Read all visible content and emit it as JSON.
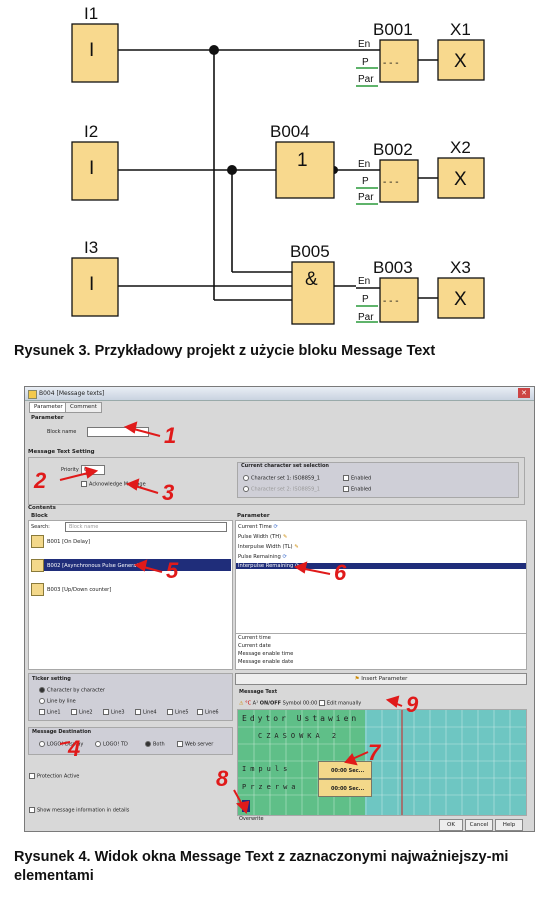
{
  "figure3": {
    "inputs": [
      "I1",
      "I2",
      "I3"
    ],
    "input_symbol": "I",
    "logic_blocks": [
      {
        "id": "B004",
        "symbol": "1"
      },
      {
        "id": "B005",
        "symbol": "&"
      }
    ],
    "message_blocks": [
      {
        "id": "B001",
        "output": "X1"
      },
      {
        "id": "B002",
        "output": "X2"
      },
      {
        "id": "B003",
        "output": "X3"
      }
    ],
    "pins": [
      "En",
      "P",
      "Par"
    ],
    "block_body": "- - -",
    "output_symbol": "X",
    "caption": "Rysunek 3. Przykładowy projekt z użycie bloku Message Text"
  },
  "figure4": {
    "window_title": "B004 [Message texts]",
    "tabs": [
      "Parameter",
      "Comment"
    ],
    "parameter_section": "Parameter",
    "block_name_label": "Block name",
    "message_text_setting": "Message Text Setting",
    "priority_label": "Priority",
    "priority_value": "0",
    "acknowledge_label": "Acknowledge Message",
    "charset_section": "Current character set selection",
    "charset1": "Character set 1: ISO8859_1",
    "charset2": "Character set 2: ISO8859_1",
    "enabled_label": "Enabled",
    "contents_label": "Contents",
    "block_label": "Block",
    "search_label": "Search:",
    "search_placeholder": "Block name",
    "blocks": [
      "B001 [On Delay]",
      "B002 [Asynchronous Pulse Generator]",
      "B003 [Up/Down counter]"
    ],
    "parameter_label": "Parameter",
    "parameters": [
      "Current Time",
      "Pulse Width (TH)",
      "Interpulse Width (TL)",
      "Pulse Remaining",
      "Interpulse Remaining"
    ],
    "extra_params": [
      "Current time",
      "Current date",
      "Message enable time",
      "Message enable date"
    ],
    "insert_parameter": "Insert Parameter",
    "ticker_setting": "Ticker setting",
    "ticker_options": [
      "Character by character",
      "Line by line"
    ],
    "lines": [
      "Line1",
      "Line2",
      "Line3",
      "Line4",
      "Line5",
      "Line6"
    ],
    "message_destination": "Message Destination",
    "destinations": [
      "LOGO! Display",
      "LOGO! TD",
      "Both",
      "Web server"
    ],
    "protection_active": "Protection Active",
    "show_details": "Show message information in details",
    "message_text_label": "Message Text",
    "toolbar_items": [
      "°C",
      "A¹",
      "ON/OFF",
      "Symbol",
      "00:00",
      "Edit manually"
    ],
    "grid_lines": [
      "Edytor Ustawien",
      "CZASOWKA 2",
      "Impuls",
      "Przerwa"
    ],
    "grid_fields": [
      "00:00 Sec...",
      "00:00 Sec..."
    ],
    "overwrite_label": "Overwrite",
    "buttons": [
      "OK",
      "Cancel",
      "Help"
    ],
    "annotations": [
      "1",
      "2",
      "3",
      "4",
      "5",
      "6",
      "7",
      "8",
      "9"
    ],
    "caption": "Rysunek 4. Widok okna Message Text z zaznaczonymi najważniejszy-mi elementami"
  }
}
